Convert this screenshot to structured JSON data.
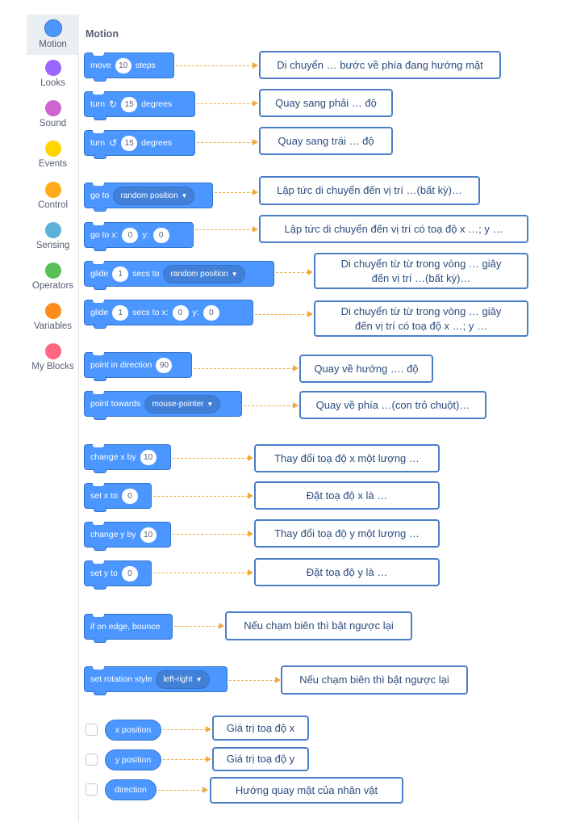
{
  "categories": [
    {
      "label": "Motion",
      "color": "#4c97ff"
    },
    {
      "label": "Looks",
      "color": "#9966ff"
    },
    {
      "label": "Sound",
      "color": "#cf63cf"
    },
    {
      "label": "Events",
      "color": "#ffd500"
    },
    {
      "label": "Control",
      "color": "#ffab19"
    },
    {
      "label": "Sensing",
      "color": "#5cb1d6"
    },
    {
      "label": "Operators",
      "color": "#59c059"
    },
    {
      "label": "Variables",
      "color": "#ff8c1a"
    },
    {
      "label": "My Blocks",
      "color": "#ff6680"
    }
  ],
  "section_title": "Motion",
  "blocks": {
    "move": {
      "t1": "move",
      "v": "10",
      "t2": "steps"
    },
    "turn_right": {
      "t1": "turn",
      "v": "15",
      "t2": "degrees"
    },
    "turn_left": {
      "t1": "turn",
      "v": "15",
      "t2": "degrees"
    },
    "goto": {
      "t1": "go to",
      "dd": "random position"
    },
    "goto_xy": {
      "t1": "go to x:",
      "x": "0",
      "t2": "y:",
      "y": "0"
    },
    "glide": {
      "t1": "glide",
      "v": "1",
      "t2": "secs to",
      "dd": "random position"
    },
    "glide_xy": {
      "t1": "glide",
      "v": "1",
      "t2": "secs to x:",
      "x": "0",
      "t3": "y:",
      "y": "0"
    },
    "point_dir": {
      "t1": "point in direction",
      "v": "90"
    },
    "point_towards": {
      "t1": "point towards",
      "dd": "mouse-pointer"
    },
    "change_x": {
      "t1": "change x by",
      "v": "10"
    },
    "set_x": {
      "t1": "set x to",
      "v": "0"
    },
    "change_y": {
      "t1": "change y by",
      "v": "10"
    },
    "set_y": {
      "t1": "set y to",
      "v": "0"
    },
    "bounce": {
      "t1": "if on edge, bounce"
    },
    "rotation": {
      "t1": "set rotation style",
      "dd": "left-right"
    },
    "xpos": {
      "t1": "x position"
    },
    "ypos": {
      "t1": "y position"
    },
    "direction": {
      "t1": "direction"
    }
  },
  "annotations": {
    "move": "Di chuyển … bước về phía đang hướng mặt",
    "turn_right": "Quay sang phải … độ",
    "turn_left": "Quay sang trái … độ",
    "goto": "Lập tức di chuyển đến vị trí …(bất kỳ)…",
    "goto_xy": "Lập tức di chuyển đến vị trí có toạ độ x …; y …",
    "glide_l1": "Di chuyển từ từ trong vòng … giây",
    "glide_l2": "đến vị trí …(bất kỳ)…",
    "glide_xy_l1": "Di chuyển từ từ trong vòng … giây",
    "glide_xy_l2": "đến vị trí có toạ độ x …; y …",
    "point_dir": "Quay về hướng  …. độ",
    "point_towards": "Quay về phía …(con trỏ chuột)…",
    "change_x": "Thay đổi toạ độ x một lượng …",
    "set_x": "Đặt toạ độ x là …",
    "change_y": "Thay đổi toạ độ y một lượng …",
    "set_y": "Đặt toạ độ y là …",
    "bounce": "Nếu chạm biên thì bật ngược lại",
    "rotation": "Nếu chạm biên thì bật ngược lại",
    "xpos": "Giá trị toạ độ x",
    "ypos": "Giá trị toạ độ y",
    "direction": "Hướng quay mặt của nhân vật"
  },
  "colors": {
    "motion": "#4c97ff",
    "annotation_border": "#4a7ec7",
    "arrow": "#f2a93b"
  }
}
